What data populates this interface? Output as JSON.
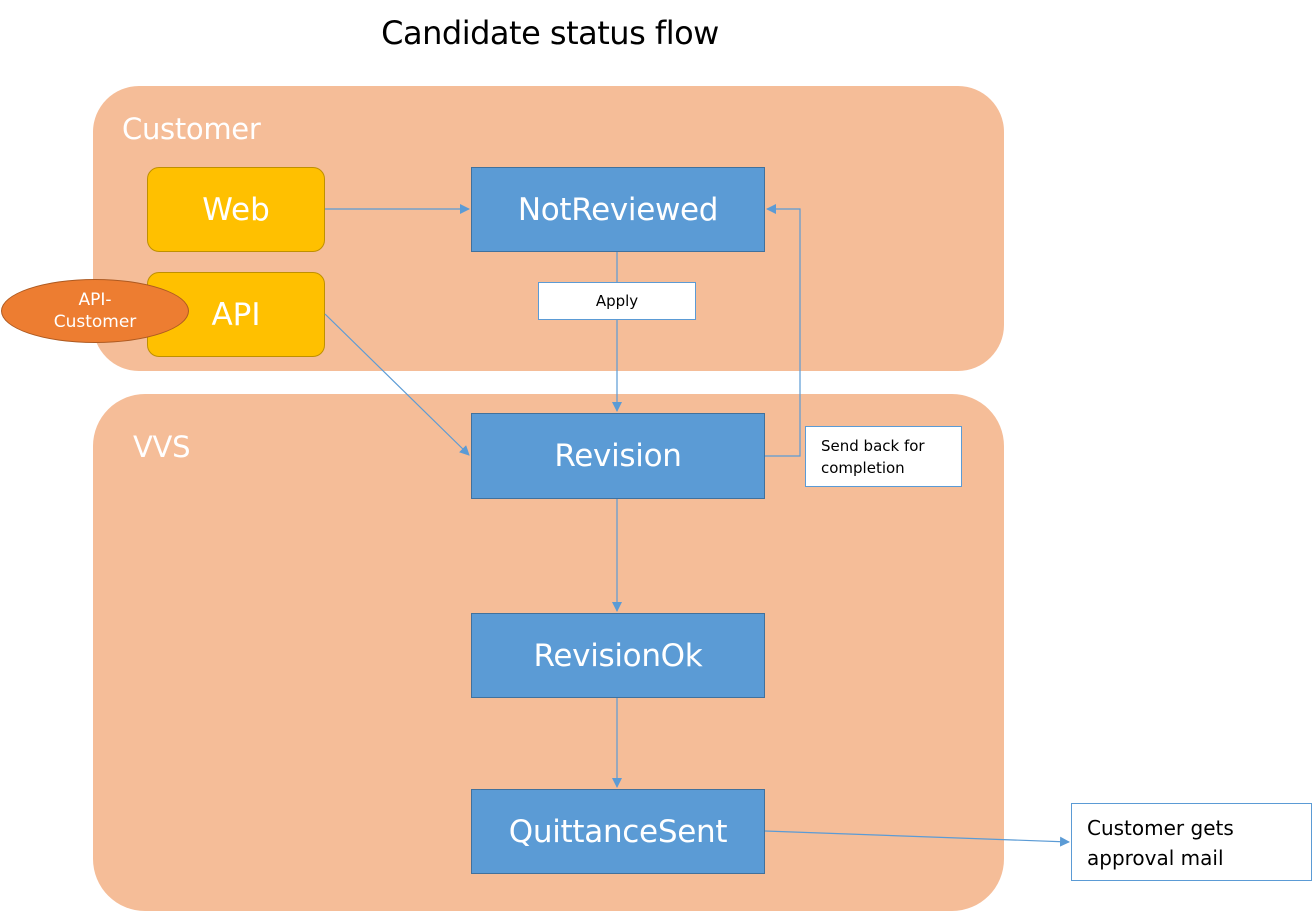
{
  "title": "Candidate status flow",
  "regions": {
    "customer": "Customer",
    "vvs": "VVS"
  },
  "sources": {
    "web": "Web",
    "api": "API",
    "api_customer": "API-Customer"
  },
  "statuses": {
    "not_reviewed": "NotReviewed",
    "revision": "Revision",
    "revision_ok": "RevisionOk",
    "quittance_sent": "QuittanceSent"
  },
  "notes": {
    "apply": "Apply",
    "send_back_line1": "Send back for",
    "send_back_line2": "completion",
    "mail_line1": "Customer gets",
    "mail_line2": "approval mail"
  },
  "colors": {
    "region": "#f5bd98",
    "source_fill": "#ffc000",
    "oval_fill": "#ed7d31",
    "status_fill": "#5b9bd5",
    "arrow": "#5b9bd5"
  }
}
